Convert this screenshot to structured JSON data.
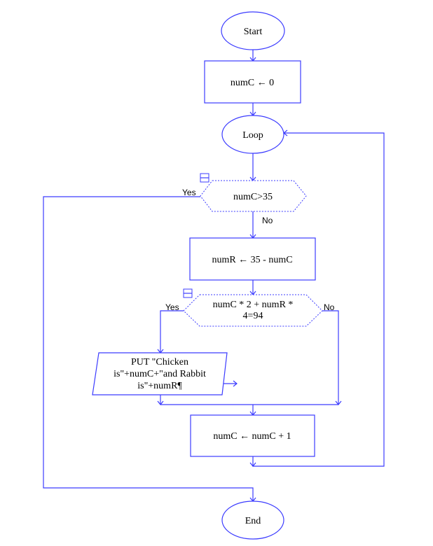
{
  "nodes": {
    "start": "Start",
    "init": "numC ← 0",
    "loop": "Loop",
    "cond1": "numC>35",
    "assign_r": "numR ← 35 - numC",
    "cond2_line1": "numC * 2 + numR *",
    "cond2_line2": "4=94",
    "output_line1": "PUT \"Chicken",
    "output_line2": "is\"+numC+\"and Rabbit",
    "output_line3": "is\"+numR¶",
    "increment": "numC ← numC + 1",
    "end": "End"
  },
  "labels": {
    "cond1_yes": "Yes",
    "cond1_no": "No",
    "cond2_yes": "Yes",
    "cond2_no": "No"
  },
  "colors": {
    "stroke": "#3c3cff",
    "text": "#000000",
    "background": "#ffffff"
  }
}
